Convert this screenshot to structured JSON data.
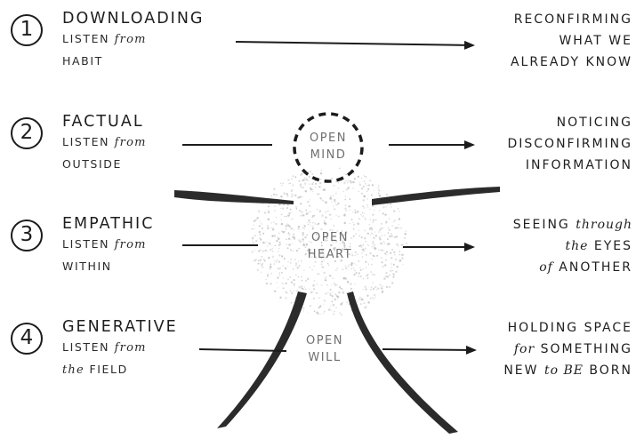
{
  "levels": [
    {
      "number": "1",
      "title": "DOWNLOADING",
      "listen_word": "LISTEN",
      "listen_from": "from",
      "source": "HABIT",
      "outcome": [
        "RECONFIRMING",
        "WHAT WE",
        "ALREADY KNOW"
      ]
    },
    {
      "number": "2",
      "title": "FACTUAL",
      "listen_word": "LISTEN",
      "listen_from": "from",
      "source": "OUTSIDE",
      "outcome": [
        "NOTICING",
        "DISCONFIRMING",
        "INFORMATION"
      ]
    },
    {
      "number": "3",
      "title": "EMPATHIC",
      "listen_word": "LISTEN",
      "listen_from": "from",
      "source": "WITHIN",
      "outcome_seeing": "SEEING",
      "outcome_through": "through",
      "outcome_the": "the",
      "outcome_eyes": "EYES",
      "outcome_of": "of",
      "outcome_another": "ANOTHER"
    },
    {
      "number": "4",
      "title": "GENERATIVE",
      "listen_word": "LISTEN",
      "listen_from": "from",
      "source_the": "the",
      "source_field": "FIELD",
      "outcome": [
        "HOLDING SPACE"
      ],
      "outcome_for": "for",
      "outcome_something": "SOMETHING",
      "outcome_new": "NEW",
      "outcome_to_be": "to BE",
      "outcome_born": "BORN"
    }
  ],
  "centre": {
    "mind": [
      "OPEN",
      "MIND"
    ],
    "heart": [
      "OPEN",
      "HEART"
    ],
    "will": [
      "OPEN",
      "WILL"
    ]
  },
  "colors": {
    "ink": "#1e1e1e",
    "grey_text": "#6f6f6f",
    "stroke_dark": "#2b2b2b",
    "speckle": "#bdbdbd"
  }
}
